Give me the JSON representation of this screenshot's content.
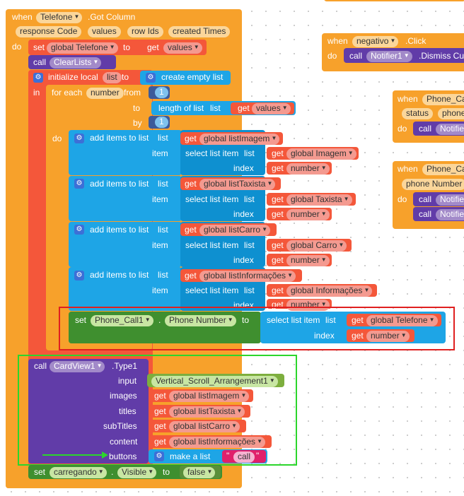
{
  "colors": {
    "event_orange": "#f7a12b",
    "global_red": "#f4573a",
    "list_blue": "#1ea5e6",
    "component_purple": "#613ca8",
    "setter_green": "#3f8f2f",
    "call_pink": "#e0206b",
    "highlight_red": "#e02020",
    "highlight_green": "#2bd62b"
  },
  "main_event": {
    "when": "when",
    "component": "Telefone",
    "event": ".Got Column",
    "params": [
      "response Code",
      "values",
      "row Ids",
      "created Times"
    ],
    "do": "do"
  },
  "set_global": {
    "set": "set",
    "var": "global Telefone",
    "to": "to",
    "get": "get",
    "get_var": "values"
  },
  "call_clear": {
    "call": "call",
    "proc": "ClearLists"
  },
  "init_local": {
    "label": "initialize local",
    "name": "list",
    "to": "to",
    "value_label": "create empty list",
    "in": "in"
  },
  "for_each": {
    "label": "for each",
    "var": "number",
    "from": "from",
    "from_val": "1",
    "to": "to",
    "to_label": "length of list",
    "list": "list",
    "get": "get",
    "to_var": "values",
    "by": "by",
    "by_val": "1",
    "do": "do"
  },
  "add_items": [
    {
      "label": "add items to list",
      "list": "list",
      "get": "get",
      "list_var": "global listImagem",
      "item": "item",
      "select": "select list item",
      "select_list": "list",
      "src_var": "global Imagem",
      "index": "index",
      "index_var": "number"
    },
    {
      "label": "add items to list",
      "list": "list",
      "get": "get",
      "list_var": "global listTaxista",
      "item": "item",
      "select": "select list item",
      "select_list": "list",
      "src_var": "global Taxista",
      "index": "index",
      "index_var": "number"
    },
    {
      "label": "add items to list",
      "list": "list",
      "get": "get",
      "list_var": "global listCarro",
      "item": "item",
      "select": "select list item",
      "select_list": "list",
      "src_var": "global Carro",
      "index": "index",
      "index_var": "number"
    },
    {
      "label": "add items to list",
      "list": "list",
      "get": "get",
      "list_var": "global listInformações",
      "item": "item",
      "select": "select list item",
      "select_list": "list",
      "src_var": "global Informações",
      "index": "index",
      "index_var": "number"
    }
  ],
  "set_phone": {
    "set": "set",
    "component": "Phone_Call1",
    "dot": ".",
    "prop": "Phone Number",
    "to": "to",
    "select": "select list item",
    "list": "list",
    "get": "get",
    "list_var": "global Telefone",
    "index": "index",
    "index_var": "number"
  },
  "card_call": {
    "call": "call",
    "component": "CardView1",
    "method": ".Type1",
    "input": "input",
    "input_val": "Vertical_Scroll_Arrangement1",
    "images": "images",
    "images_var": "global listImagem",
    "titles": "titles",
    "titles_var": "global listTaxista",
    "subtitles": "subTitles",
    "subtitles_var": "global listCarro",
    "content": "content",
    "content_var": "global listInformações",
    "buttons": "buttons",
    "make_list": "make a list",
    "button_text": "call"
  },
  "set_carregando": {
    "set": "set",
    "component": "carregando",
    "dot": ".",
    "prop": "Visible",
    "to": "to",
    "value": "false"
  },
  "get_label": "get",
  "side_events": {
    "negativo": {
      "when": "when",
      "component": "negativo",
      "event": ".Click",
      "do": "do",
      "call": "call",
      "target": "Notifier1",
      "method": ".Dismiss Cu"
    },
    "phone_call_a": {
      "when": "when",
      "component": "Phone_Ca",
      "params": [
        "status",
        "phone"
      ],
      "do": "do",
      "call": "call",
      "target": "Notifie"
    },
    "phone_call_b": {
      "when": "when",
      "component": "Phone_Ca",
      "params": [
        "phone Number"
      ],
      "do": "do",
      "call": "call",
      "targets": [
        "Notifie",
        "Notifie"
      ]
    }
  }
}
